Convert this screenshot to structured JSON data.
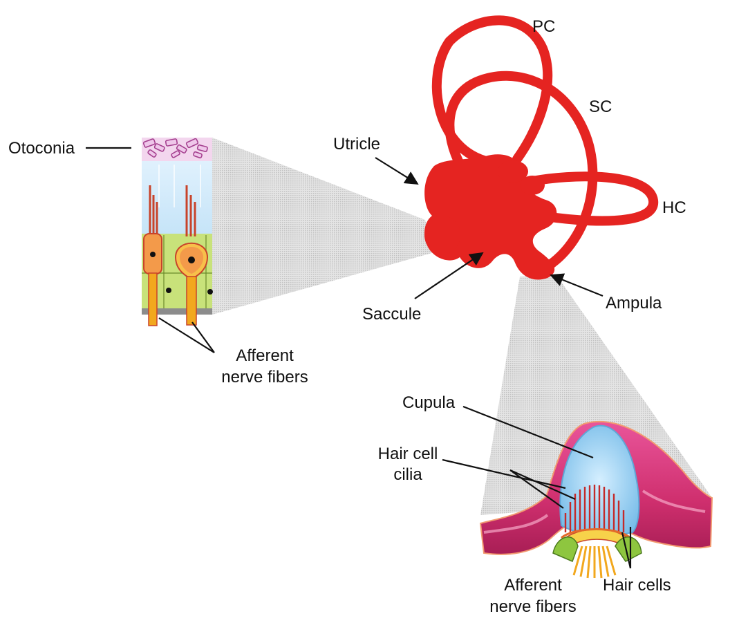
{
  "labels": {
    "pc": "PC",
    "sc": "SC",
    "hc": "HC",
    "utricle": "Utricle",
    "saccule": "Saccule",
    "ampula": "Ampula",
    "otoconia": "Otoconia",
    "afferent_left_line1": "Afferent",
    "afferent_left_line2": "nerve fibers",
    "cupula": "Cupula",
    "hair_cell_cilia_line1": "Hair cell",
    "hair_cell_cilia_line2": "cilia",
    "hair_cells": "Hair cells",
    "afferent_bottom_line1": "Afferent",
    "afferent_bottom_line2": "nerve fibers"
  },
  "colors": {
    "labyrinth": "#e52421",
    "zoom_cone": "#d6d6d6",
    "macula_support": "#c8e27a",
    "hair_cell_body": "#f39a4a",
    "otoconia": "#b0489a",
    "endolymph": "#b9dcf0",
    "crista_wall": "#d63a78",
    "cupula": "#8ec9ee",
    "nerve": "#f2a81e"
  }
}
